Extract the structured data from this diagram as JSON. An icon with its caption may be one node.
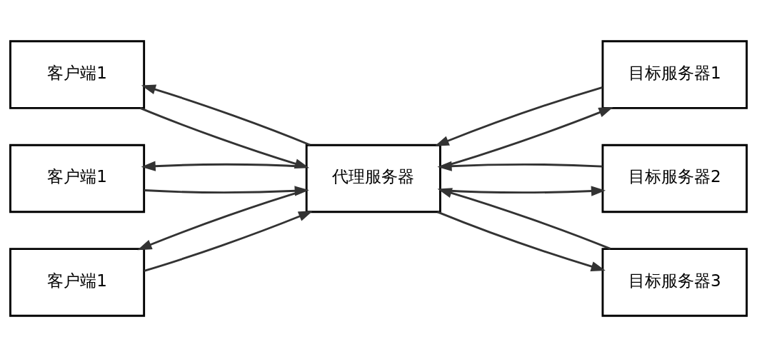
{
  "diagram": {
    "nodes": [
      {
        "text": [
          "客户端1"
        ]
      },
      {
        "text": [
          "客户端1"
        ]
      },
      {
        "text": [
          "客户端1"
        ]
      },
      {
        "text": [
          "代理服务器"
        ]
      },
      {
        "text": [
          "目标服务器1"
        ]
      },
      {
        "text": [
          "目标服务器2"
        ]
      },
      {
        "text": [
          "目标服务器3"
        ]
      }
    ],
    "edges": [
      {
        "from": 0,
        "to": 3,
        "arrow": "to"
      },
      {
        "from": 3,
        "to": 0,
        "arrow": "to"
      },
      {
        "from": 1,
        "to": 3,
        "arrow": "to"
      },
      {
        "from": 3,
        "to": 1,
        "arrow": "to"
      },
      {
        "from": 3,
        "to": 2,
        "arrow": "to"
      },
      {
        "from": 2,
        "to": 3,
        "arrow": "to"
      },
      {
        "from": 3,
        "to": 4,
        "arrow": "to"
      },
      {
        "from": 4,
        "to": 3,
        "arrow": "to"
      },
      {
        "from": 3,
        "to": 5,
        "arrow": "to"
      },
      {
        "from": 5,
        "to": 3,
        "arrow": "to"
      },
      {
        "from": 6,
        "to": 3,
        "arrow": "to"
      },
      {
        "from": 3,
        "to": 6,
        "arrow": "to"
      }
    ]
  }
}
